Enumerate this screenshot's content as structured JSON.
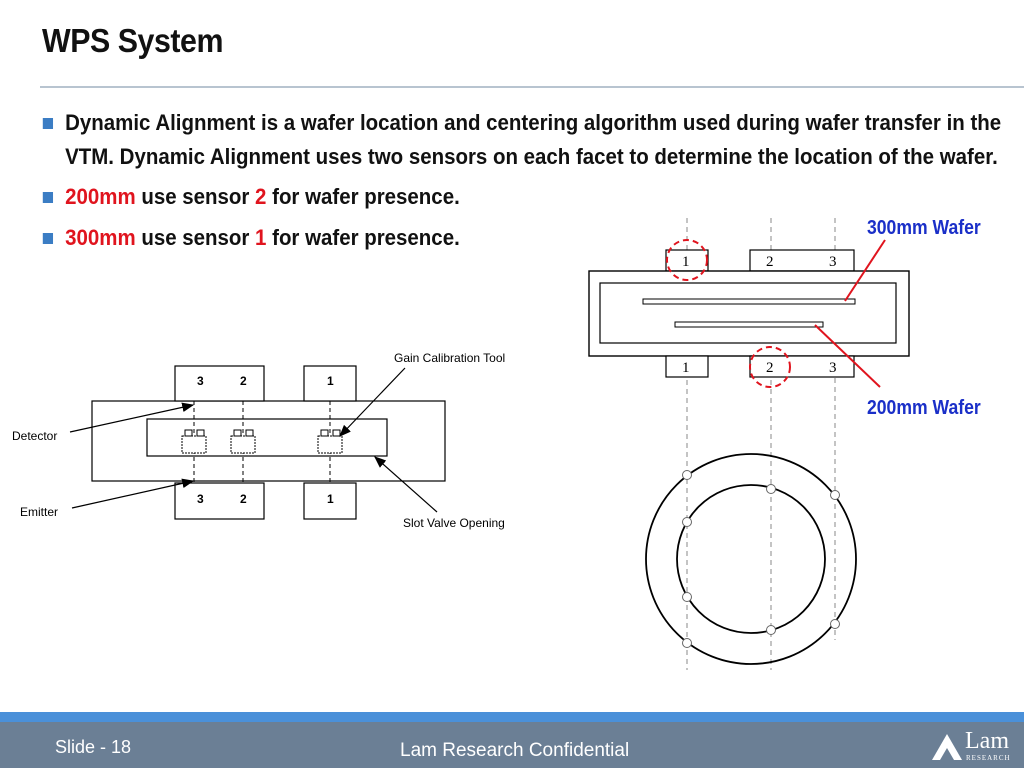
{
  "title": "WPS System",
  "bullets": {
    "b1": "Dynamic Alignment is a wafer location and centering algorithm used during wafer transfer in the VTM. Dynamic Alignment uses two sensors on each facet to determine the location of the wafer.",
    "b2_red": "200mm",
    "b2_mid": " use sensor ",
    "b2_num": "2",
    "b2_end": " for wafer presence.",
    "b3_red": "300mm",
    "b3_mid": " use sensor ",
    "b3_num": "1",
    "b3_end": " for wafer presence."
  },
  "left_diagram": {
    "gain_tool": "Gain Calibration Tool",
    "detector": "Detector",
    "emitter": "Emitter",
    "slot_valve": "Slot Valve Opening",
    "top_sensors": [
      "3",
      "2",
      "1"
    ],
    "bottom_sensors": [
      "3",
      "2",
      "1"
    ]
  },
  "right_diagram": {
    "wafer_300": "300mm Wafer",
    "wafer_200": "200mm Wafer",
    "top_sensors": [
      "1",
      "2",
      "3"
    ],
    "bottom_sensors": [
      "1",
      "2",
      "3"
    ]
  },
  "footer": {
    "slide": "Slide - 18",
    "confidential": "Lam Research Confidential",
    "logo": "Lam",
    "logo_sub": "RESEARCH"
  },
  "colors": {
    "accent_blue": "#3b7dc4",
    "red": "#e0141e",
    "label_blue": "#1a2fc8",
    "footer": "#6b7f95"
  }
}
